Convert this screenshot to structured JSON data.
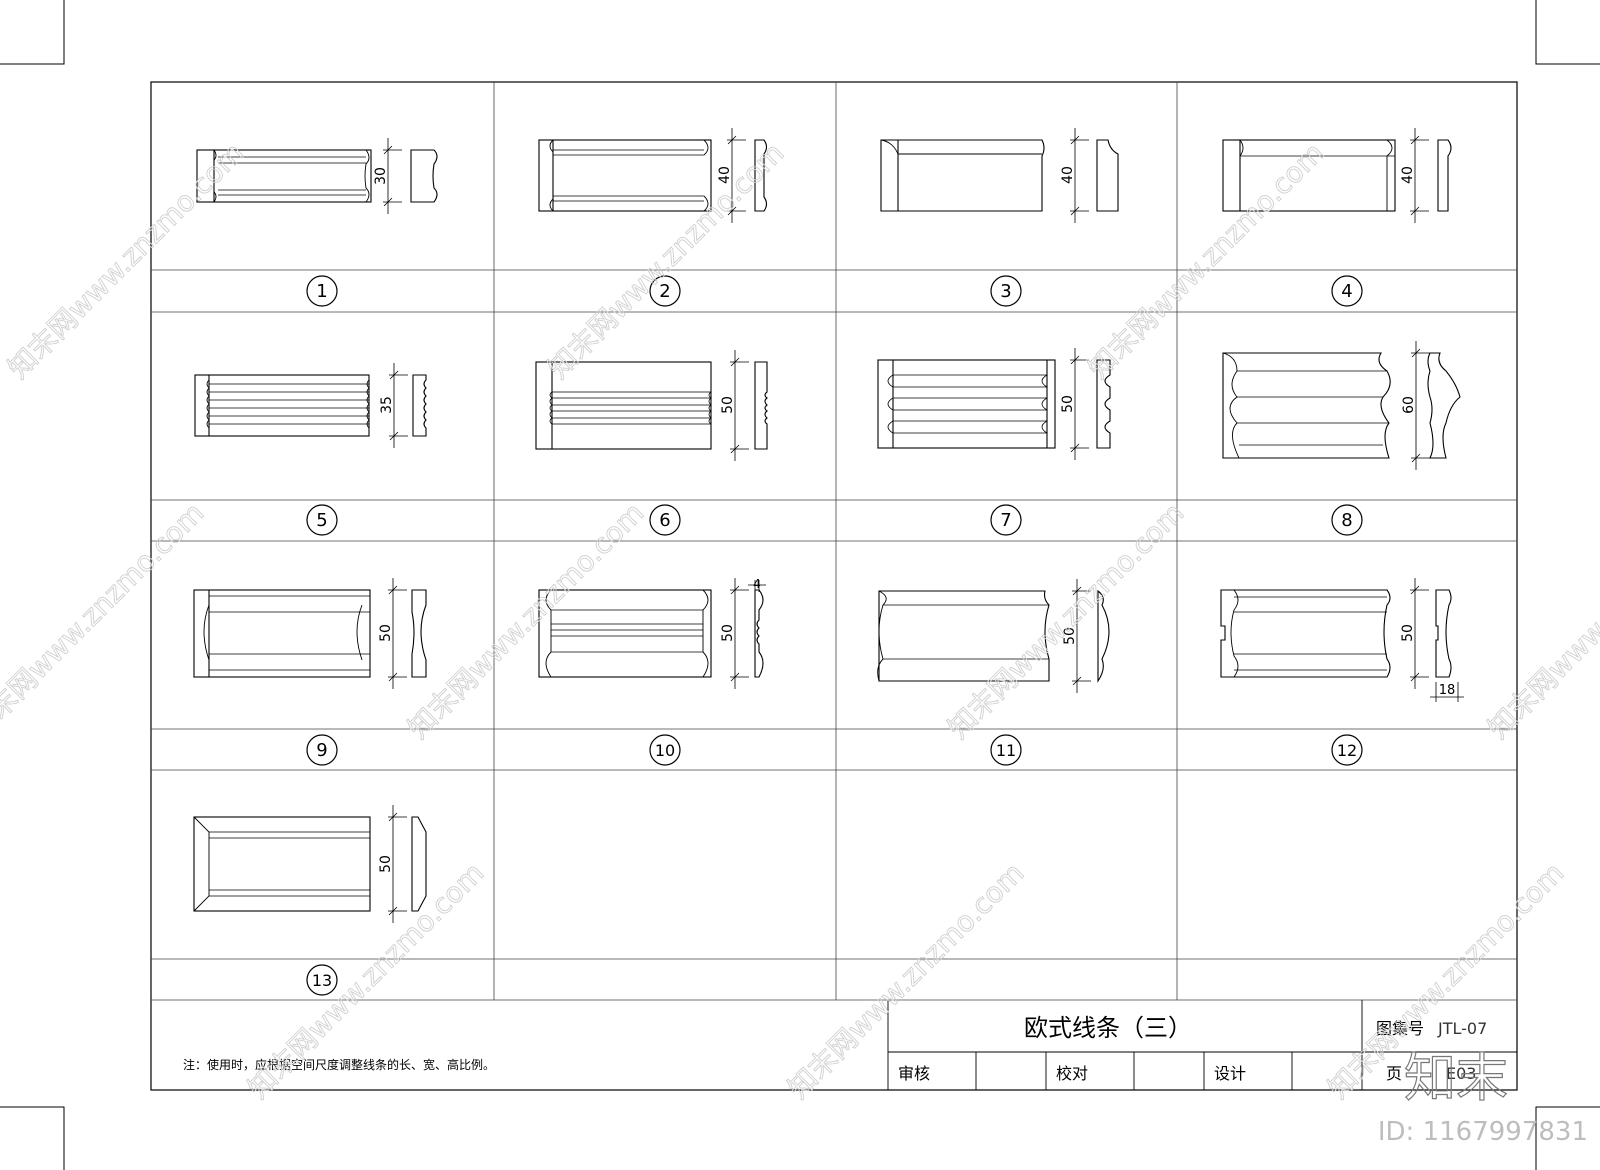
{
  "drawing": {
    "title": "欧式线条（三）",
    "atlas_label": "图集号",
    "atlas_code": "JTL-07",
    "page_label": "页",
    "page_code": "E03",
    "review_label": "审核",
    "proof_label": "校对",
    "design_label": "设计",
    "note": "注：使用时，应根据空间尺度调整线条的长、宽、高比例。"
  },
  "mouldings": [
    {
      "number": "1",
      "dimension": "30"
    },
    {
      "number": "2",
      "dimension": "40"
    },
    {
      "number": "3",
      "dimension": "40"
    },
    {
      "number": "4",
      "dimension": "40"
    },
    {
      "number": "5",
      "dimension": "35"
    },
    {
      "number": "6",
      "dimension": "50"
    },
    {
      "number": "7",
      "dimension": "50"
    },
    {
      "number": "8",
      "dimension": "60"
    },
    {
      "number": "9",
      "dimension": "50"
    },
    {
      "number": "10",
      "dimension": "50",
      "thickness": "4"
    },
    {
      "number": "11",
      "dimension": "50"
    },
    {
      "number": "12",
      "dimension": "50",
      "thickness": "18"
    },
    {
      "number": "13",
      "dimension": "50"
    }
  ],
  "watermark": {
    "diagonal_text": "知末网www.znzmo.com",
    "brand": "知末",
    "id_text": "ID: 1167997831"
  }
}
